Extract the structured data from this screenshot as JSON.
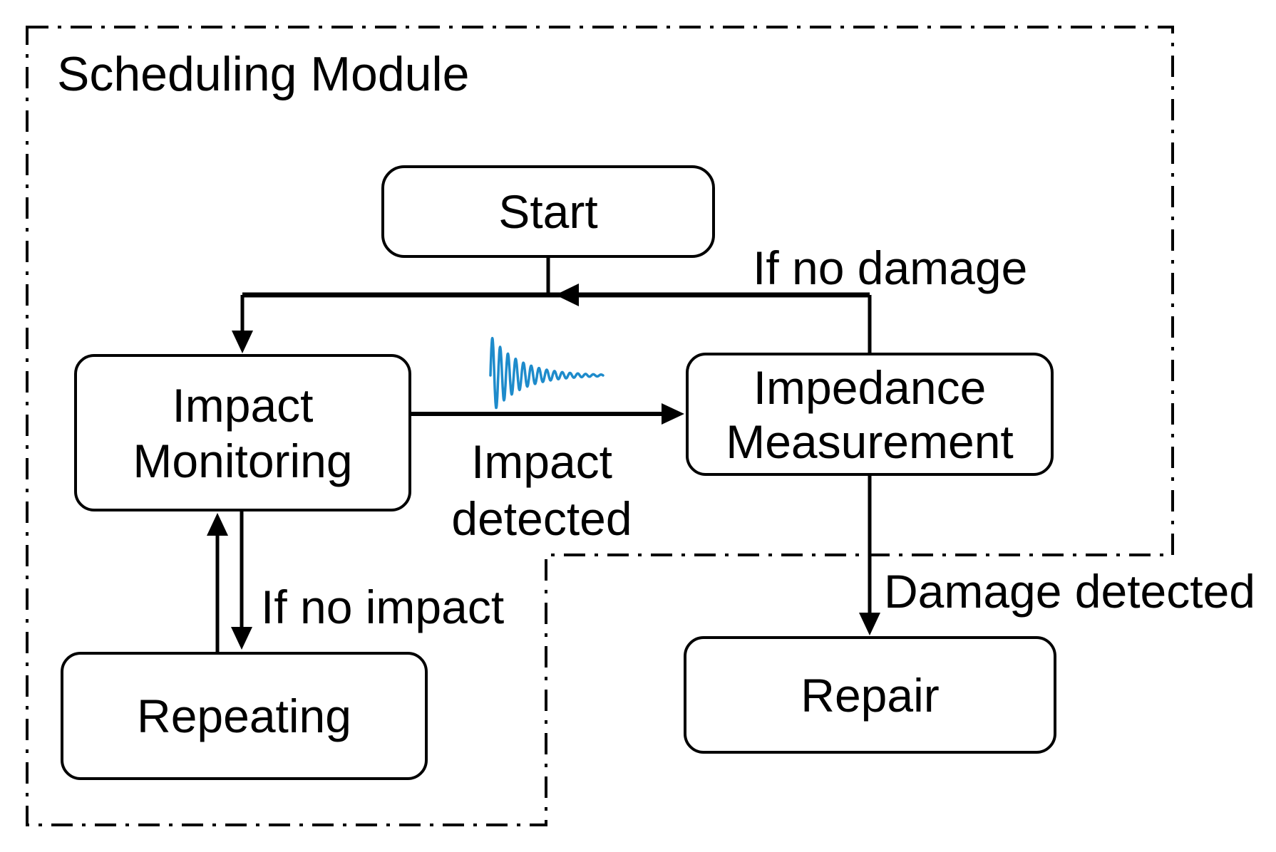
{
  "figure": {
    "title": "Scheduling Module",
    "nodes": {
      "start": {
        "label": "Start"
      },
      "impact_monitoring": {
        "label": "Impact Monitoring"
      },
      "impedance_measurement": {
        "label": "Impedance Measurement"
      },
      "repeating": {
        "label": "Repeating"
      },
      "repair": {
        "label": "Repair"
      }
    },
    "edge_labels": {
      "if_no_damage": "If no damage",
      "impact_detected": "Impact detected",
      "if_no_impact": "If no impact",
      "damage_detected": "Damage detected"
    },
    "icons": {
      "waveform": "decaying-vibration-signal-icon"
    },
    "colors": {
      "stroke": "#000000",
      "waveform_blue": "#1e8bcb",
      "background": "#ffffff"
    }
  }
}
